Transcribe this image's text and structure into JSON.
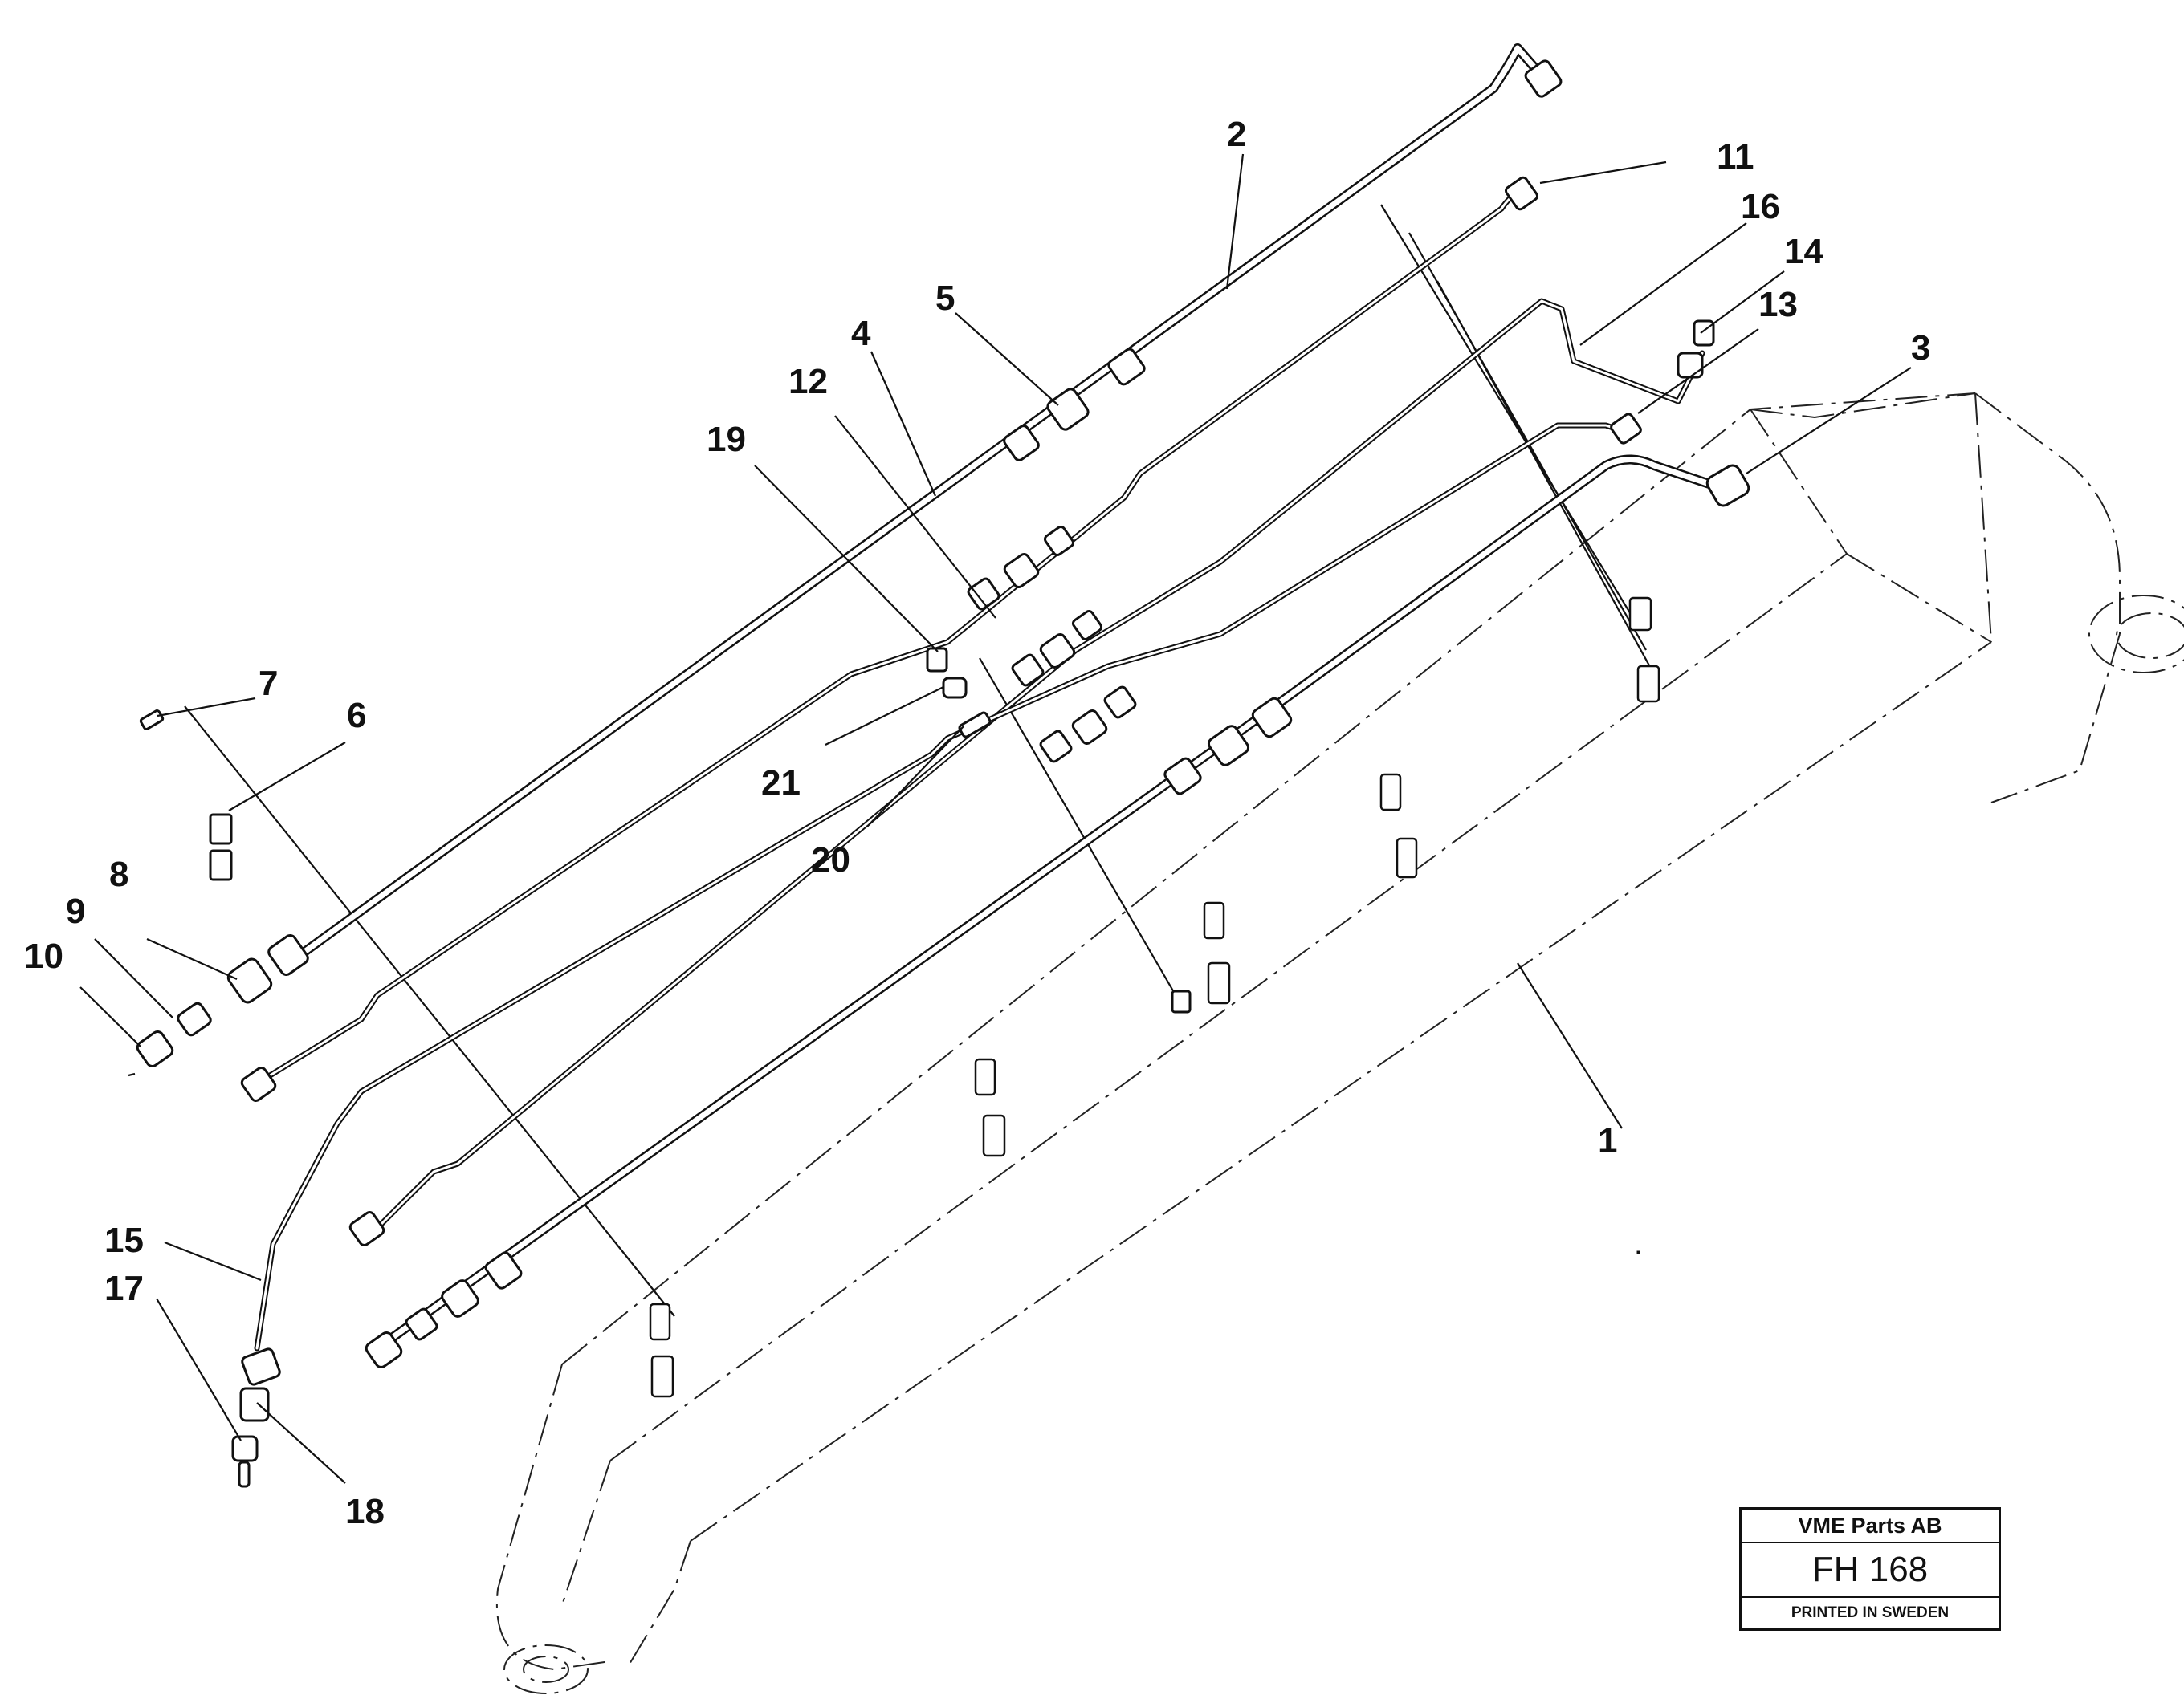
{
  "diagram": {
    "callouts": [
      "1",
      "2",
      "3",
      "4",
      "5",
      "6",
      "7",
      "8",
      "9",
      "10",
      "11",
      "12",
      "13",
      "14",
      "15",
      "16",
      "17",
      "18",
      "19",
      "20",
      "21"
    ]
  },
  "stamp": {
    "company": "VME Parts AB",
    "code": "FH 168",
    "printed": "PRINTED IN SWEDEN"
  }
}
